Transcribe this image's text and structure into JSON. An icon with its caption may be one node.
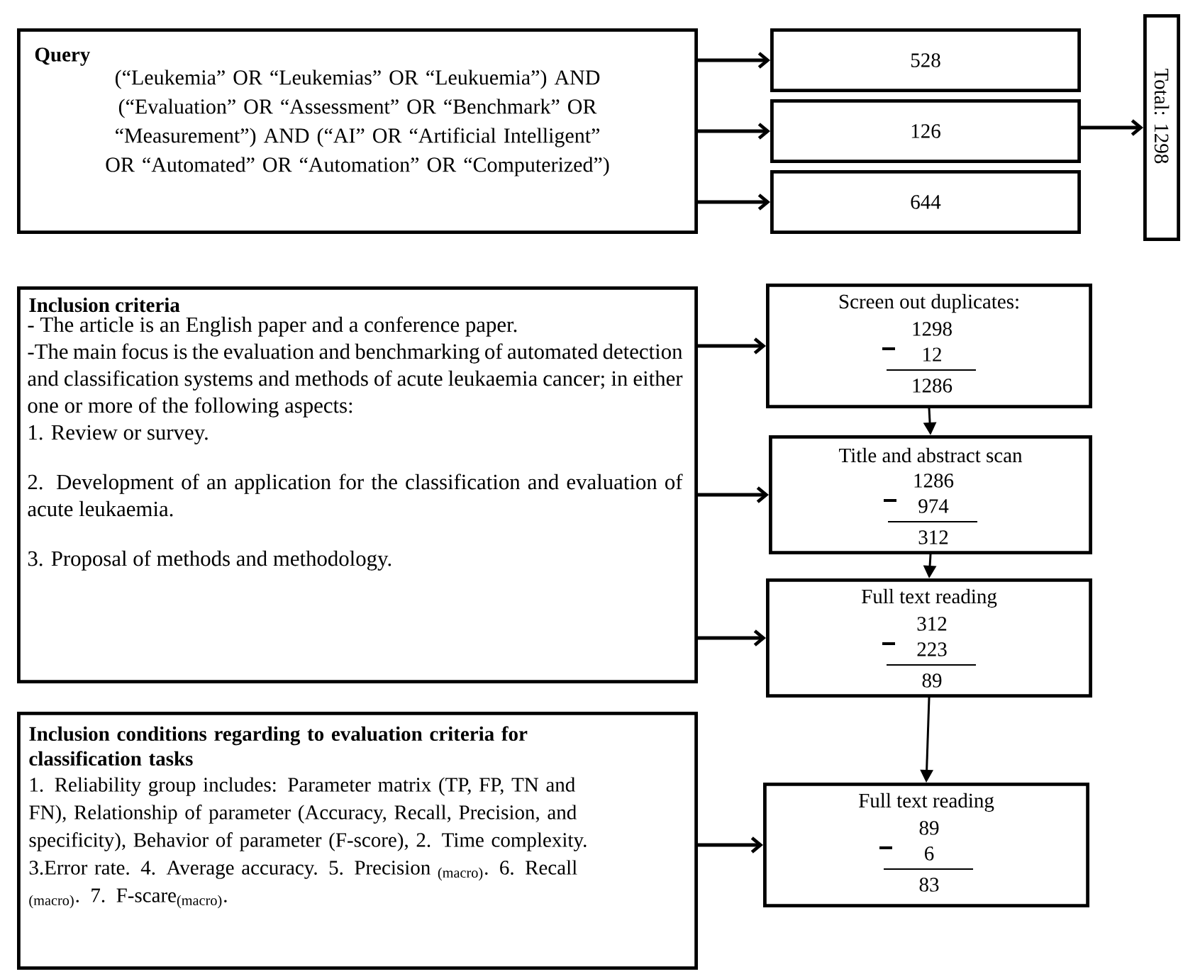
{
  "diagram": {
    "nodes": [
      {
        "text": [
          "Query",
          "(“Leukemia” OR “Leukemias” OR “Leukuemia”) AND (“Evaluation” OR “Assessment” OR “Benchmark” OR “Measurement”) AND (“AI” OR “Artificial Intelligent” OR “Automated” OR “Automation” OR “Computerized”)"
        ]
      },
      {
        "text": [
          "528"
        ]
      },
      {
        "text": [
          "126"
        ]
      },
      {
        "text": [
          "644"
        ]
      },
      {
        "text": [
          "Total: 1298"
        ]
      },
      {
        "text": [
          "Inclusion criteria",
          "- The article is an English paper and a conference paper.",
          "-The main focus is the evaluation and benchmarking of automated detection and classification systems and methods of acute leukaemia cancer; in either one or more of the following aspects:",
          "1. Review or survey.",
          "2. Development of an application for the classification and evaluation of acute leukaemia.",
          "3. Proposal of methods and methodology."
        ]
      },
      {
        "text": [
          "Screen out duplicates:",
          "1298",
          "12",
          "1286"
        ]
      },
      {
        "text": [
          "Title and abstract scan",
          "1286",
          "974",
          "312"
        ]
      },
      {
        "text": [
          "Full text reading",
          "312",
          "223",
          "89"
        ]
      },
      {
        "text": [
          "Inclusion conditions regarding to evaluation criteria for classification tasks",
          "1. Reliability group includes: Parameter matrix (TP, FP, TN and FN), Relationship of parameter (Accuracy, Recall, Precision, and specificity), Behavior of parameter (F-score), 2. Time complexity. 3.Error rate.  4. Average accuracy. 5. Precision $_{(macro)}$. 6. Recall $_{(macro)}$. 7. F-scare$_{(macro)}$."
        ]
      },
      {
        "text": [
          "Full text reading",
          "89",
          "6",
          "83"
        ]
      }
    ],
    "edges": [
      {
        "from": 0,
        "to": 1,
        "arrow": "to"
      },
      {
        "from": 0,
        "to": 2,
        "arrow": "to"
      },
      {
        "from": 0,
        "to": 3,
        "arrow": "to"
      },
      {
        "from": 2,
        "to": 4,
        "arrow": "to"
      },
      {
        "from": 5,
        "to": 6,
        "arrow": "to"
      },
      {
        "from": 5,
        "to": 7,
        "arrow": "to"
      },
      {
        "from": 5,
        "to": 8,
        "arrow": "to"
      },
      {
        "from": 6,
        "to": 7,
        "arrow": "to"
      },
      {
        "from": 7,
        "to": 8,
        "arrow": "to"
      },
      {
        "from": 8,
        "to": 10,
        "arrow": "to"
      },
      {
        "from": 9,
        "to": 10,
        "arrow": "to"
      }
    ]
  }
}
